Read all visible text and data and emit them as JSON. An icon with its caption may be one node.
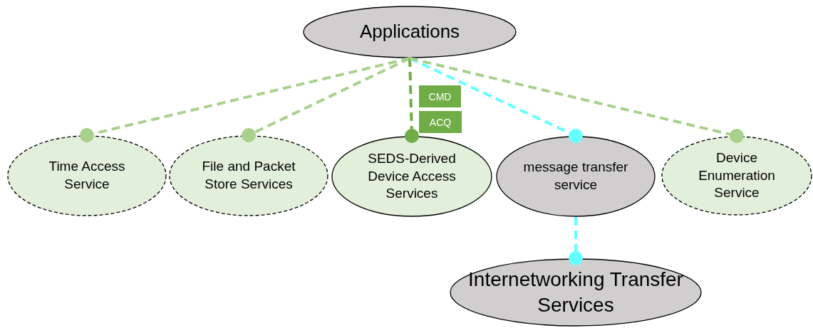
{
  "diagram": {
    "nodes": [
      {
        "text": [
          "Applications"
        ]
      },
      {
        "text": [
          "Time Access Service"
        ]
      },
      {
        "text": [
          "File and Packet Store Services"
        ]
      },
      {
        "text": [
          "SEDS-Derived Device Access Services"
        ]
      },
      {
        "text": [
          "message transfer service"
        ]
      },
      {
        "text": [
          "Device Enumeration Service"
        ]
      },
      {
        "text": [
          "Internetworking Transfer Services"
        ]
      },
      {
        "text": [
          "CMD"
        ]
      },
      {
        "text": [
          "ACQ"
        ]
      }
    ],
    "edges": [
      {
        "from": 0,
        "to": 1,
        "arrow": "other",
        "style": "dashed"
      },
      {
        "from": 0,
        "to": 2,
        "arrow": "other",
        "style": "dashed"
      },
      {
        "from": 0,
        "to": 3,
        "arrow": "other",
        "style": "dashed",
        "color": "#70ad47"
      },
      {
        "from": 0,
        "to": 4,
        "arrow": "other",
        "style": "dashed",
        "color": "#66ffff"
      },
      {
        "from": 0,
        "to": 5,
        "arrow": "other",
        "style": "dashed"
      },
      {
        "from": 4,
        "to": 6,
        "arrow": "other",
        "style": "dashed",
        "color": "#66ffff"
      }
    ]
  }
}
